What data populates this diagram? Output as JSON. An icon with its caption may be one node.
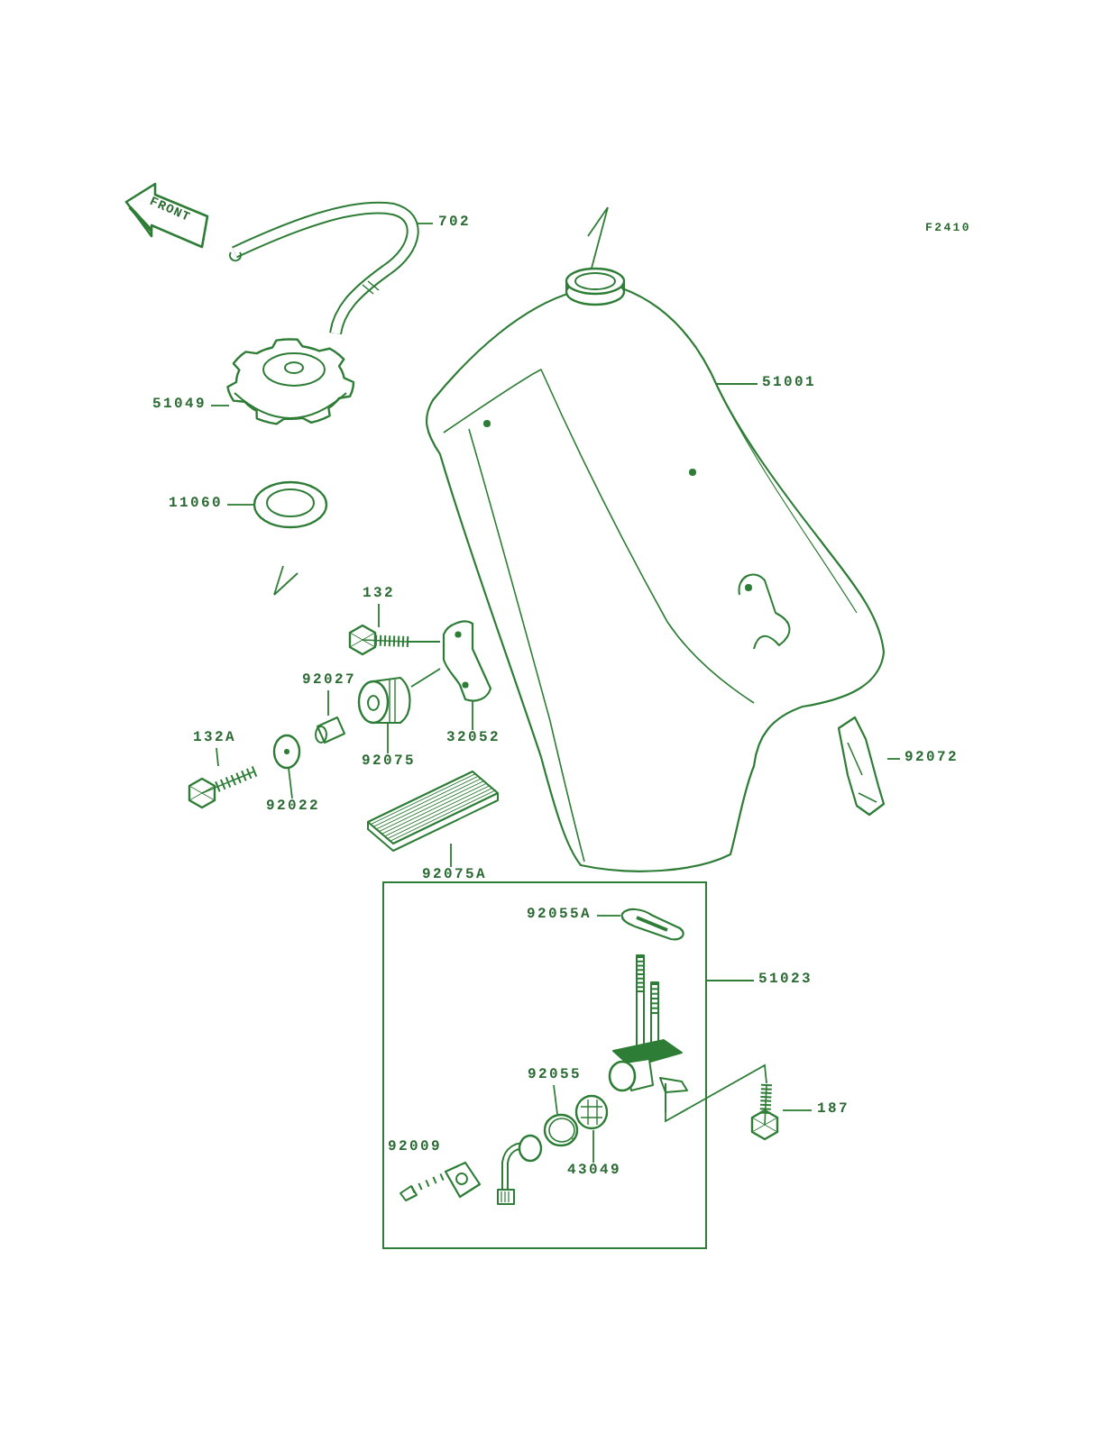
{
  "diagram": {
    "nodes": [
      {
        "text": [
          "FRONT"
        ]
      },
      {
        "text": [
          "702"
        ]
      },
      {
        "text": [],
        "shape": "picture"
      },
      {
        "text": [
          "51049"
        ]
      },
      {
        "text": [],
        "shape": "picture"
      },
      {
        "text": [
          "11060"
        ]
      },
      {
        "text": [],
        "shape": "picture"
      },
      {
        "text": [
          "51001"
        ]
      },
      {
        "text": [],
        "shape": "picture"
      },
      {
        "text": [
          "132"
        ]
      },
      {
        "text": [],
        "shape": "picture"
      },
      {
        "text": [
          "92027"
        ]
      },
      {
        "text": [],
        "shape": "picture"
      },
      {
        "text": [
          "132A"
        ]
      },
      {
        "text": [],
        "shape": "picture"
      },
      {
        "text": [
          "92022"
        ]
      },
      {
        "text": [],
        "shape": "picture"
      },
      {
        "text": [
          "92075"
        ]
      },
      {
        "text": [],
        "shape": "picture"
      },
      {
        "text": [
          "32052"
        ]
      },
      {
        "text": [],
        "shape": "picture"
      },
      {
        "text": [
          "92075A"
        ]
      },
      {
        "text": [],
        "shape": "picture"
      },
      {
        "text": [
          "92072"
        ]
      },
      {
        "text": [],
        "shape": "picture"
      },
      {
        "text": [],
        "shape": "box"
      },
      {
        "text": [
          "92055A"
        ],
        "in": 25
      },
      {
        "text": [],
        "shape": "picture",
        "in": 25
      },
      {
        "text": [
          "51023"
        ]
      },
      {
        "text": [],
        "shape": "picture",
        "in": 25
      },
      {
        "text": [
          "92055"
        ],
        "in": 25
      },
      {
        "text": [],
        "shape": "picture",
        "in": 25
      },
      {
        "text": [
          "43049"
        ],
        "in": 25
      },
      {
        "text": [],
        "shape": "picture",
        "in": 25
      },
      {
        "text": [],
        "shape": "picture"
      },
      {
        "text": [
          "187"
        ]
      }
    ],
    "edges": [
      {
        "from": 1,
        "to": 2,
        "arrow": "none"
      },
      {
        "from": 3,
        "to": 4,
        "arrow": "none"
      },
      {
        "from": 5,
        "to": 6,
        "arrow": "none"
      },
      {
        "from": 7,
        "to": 8,
        "arrow": "none"
      },
      {
        "from": 9,
        "to": 10,
        "arrow": "none"
      },
      {
        "from": 11,
        "to": 12,
        "arrow": "none"
      },
      {
        "from": 13,
        "to": 14,
        "arrow": "none"
      },
      {
        "from": 15,
        "to": 16,
        "arrow": "none"
      },
      {
        "from": 17,
        "to": 18,
        "arrow": "none"
      },
      {
        "from": 19,
        "to": 20,
        "arrow": "none"
      },
      {
        "from": 21,
        "to": 22,
        "arrow": "none"
      },
      {
        "from": 23,
        "to": 24,
        "arrow": "none"
      },
      {
        "from": 26,
        "to": 27,
        "arrow": "none"
      },
      {
        "from": 28,
        "to": 25,
        "arrow": "none"
      },
      {
        "from": 30,
        "to": 31,
        "arrow": "none"
      },
      {
        "from": 32,
        "to": 33,
        "arrow": "none"
      },
      {
        "from": 35,
        "to": 34,
        "arrow": "none"
      },
      {
        "from": 10,
        "to": 20,
        "arrow": "none"
      },
      {
        "from": 18,
        "to": 20,
        "arrow": "none"
      },
      {
        "from": 34,
        "to": 29,
        "arrow": "none"
      }
    ],
    "labels": [
      "F2410",
      "92009"
    ]
  }
}
